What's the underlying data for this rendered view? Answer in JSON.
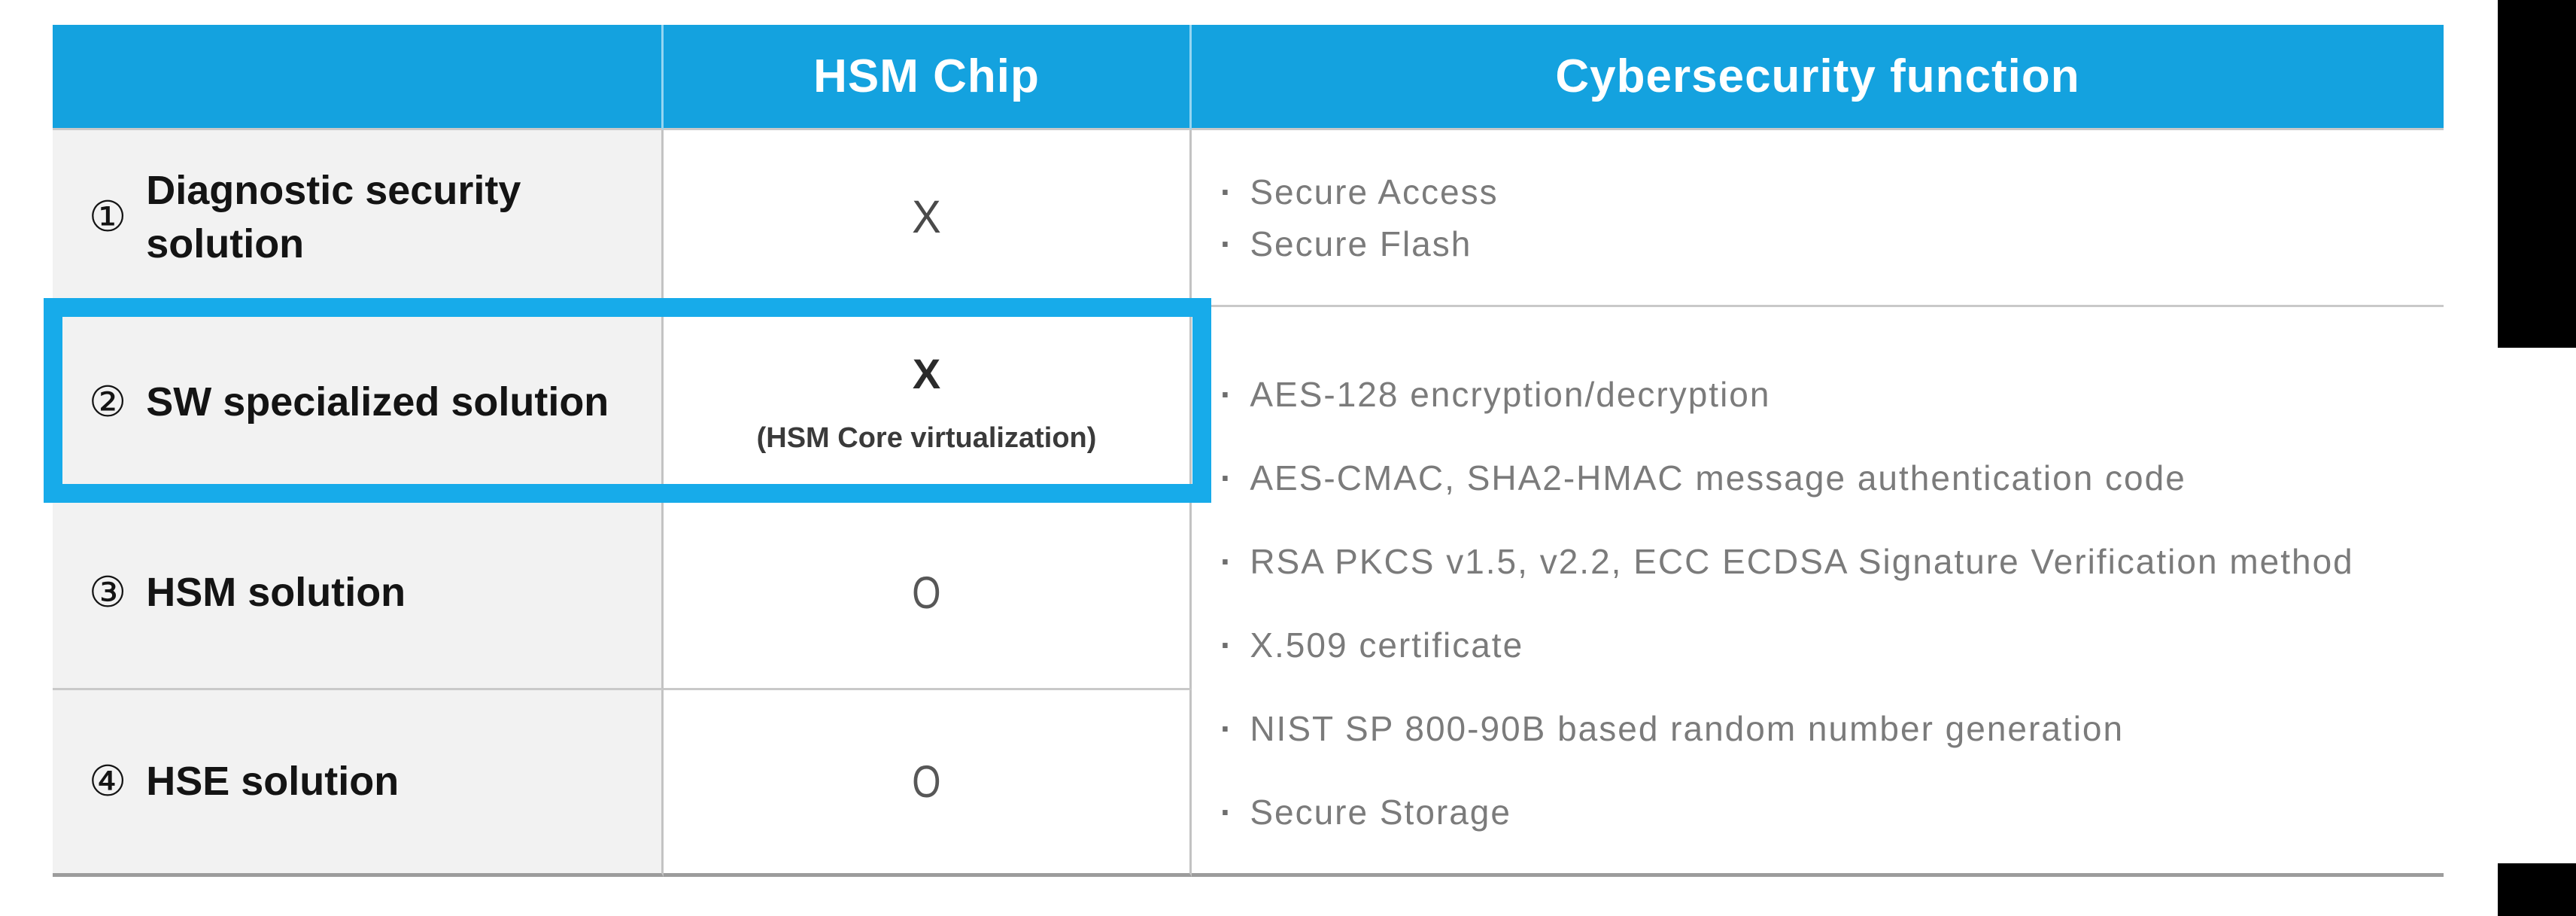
{
  "table": {
    "header": {
      "solution_col": "",
      "hsm_chip_col": "HSM Chip",
      "function_col": "Cybersecurity function"
    },
    "rows": [
      {
        "number": "①",
        "label": "Diagnostic security solution",
        "hsm_chip_mark": "X",
        "highlighted": false
      },
      {
        "number": "②",
        "label": "SW specialized solution",
        "hsm_chip_mark": "X",
        "hsm_chip_note": "(HSM Core virtualization)",
        "highlighted": true
      },
      {
        "number": "③",
        "label": "HSM solution",
        "hsm_chip_mark": "O",
        "highlighted": false
      },
      {
        "number": "④",
        "label": "HSE solution",
        "hsm_chip_mark": "O",
        "highlighted": false
      }
    ],
    "row1_functions": [
      "Secure Access",
      "Secure Flash"
    ],
    "merged_functions": [
      "AES-128 encryption/decryption",
      "AES-CMAC, SHA2-HMAC message authentication code",
      "RSA PKCS v1.5, v2.2, ECC ECDSA Signature Verification method",
      "X.509 certificate",
      "NIST SP 800-90B based random number generation",
      "Secure Storage"
    ],
    "bullet_glyph": "·"
  },
  "colors": {
    "header_blue": "#14A2DF",
    "highlight_blue": "#17ABEA",
    "label_cell_bg": "#F2F2F2",
    "function_text_gray": "#7B7B7B",
    "label_text": "#141414",
    "grid_line": "#C3C3C3",
    "bottom_border": "#9C9C9C",
    "crop_bar_black": "#000000"
  }
}
